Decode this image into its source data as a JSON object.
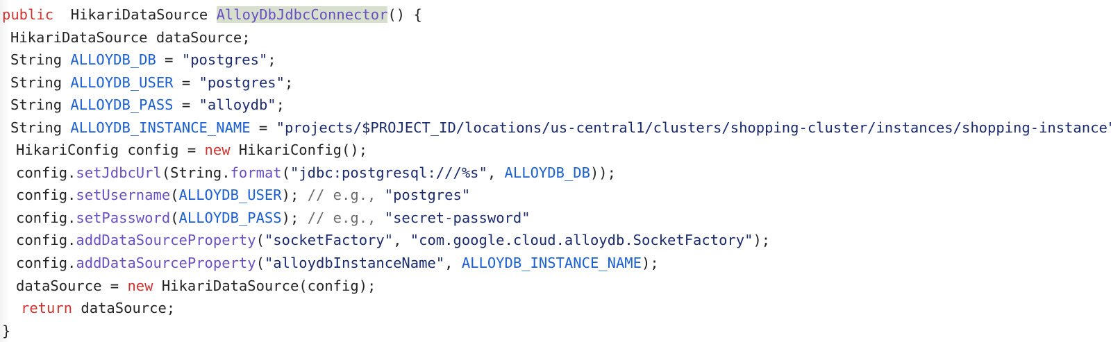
{
  "editor": {
    "language": "Java",
    "background_color": "#ffffff",
    "gutter_color": "#f2f2f2",
    "highlight_background": "#d6e0cc",
    "colors": {
      "plain": "#232323",
      "keyword": "#d0322e",
      "method": "#6a4fc4",
      "identifier": "#1a5fd4",
      "string": "#1a2a6e",
      "comment": "#6b6b6b"
    }
  },
  "code": {
    "lines": [
      {
        "indent": 0,
        "tokens": [
          {
            "t": "public",
            "k": "keyword"
          },
          {
            "t": "  ",
            "k": "plain"
          },
          {
            "t": "HikariDataSource ",
            "k": "plain"
          },
          {
            "t": "AlloyDbJdbcConnector",
            "k": "highlight"
          },
          {
            "t": "() {",
            "k": "punct"
          }
        ]
      },
      {
        "indent": 1,
        "tokens": [
          {
            "t": "HikariDataSource dataSource;",
            "k": "plain"
          }
        ]
      },
      {
        "indent": 1,
        "tokens": [
          {
            "t": "String ",
            "k": "plain"
          },
          {
            "t": "ALLOYDB_DB",
            "k": "ident"
          },
          {
            "t": " = ",
            "k": "plain"
          },
          {
            "t": "\"postgres\"",
            "k": "string"
          },
          {
            "t": ";",
            "k": "punct"
          }
        ]
      },
      {
        "indent": 1,
        "tokens": [
          {
            "t": "String ",
            "k": "plain"
          },
          {
            "t": "ALLOYDB_USER",
            "k": "ident"
          },
          {
            "t": " = ",
            "k": "plain"
          },
          {
            "t": "\"postgres\"",
            "k": "string"
          },
          {
            "t": ";",
            "k": "punct"
          }
        ]
      },
      {
        "indent": 1,
        "tokens": [
          {
            "t": "String ",
            "k": "plain"
          },
          {
            "t": "ALLOYDB_PASS",
            "k": "ident"
          },
          {
            "t": " = ",
            "k": "plain"
          },
          {
            "t": "\"alloydb\"",
            "k": "string"
          },
          {
            "t": ";",
            "k": "punct"
          }
        ]
      },
      {
        "indent": 1,
        "tokens": [
          {
            "t": "String ",
            "k": "plain"
          },
          {
            "t": "ALLOYDB_INSTANCE_NAME",
            "k": "ident"
          },
          {
            "t": " = ",
            "k": "plain"
          },
          {
            "t": "\"projects/$PROJECT_ID/locations/us-central1/clusters/shopping-cluster/instances/shopping-instance\"",
            "k": "string"
          },
          {
            "t": ";",
            "k": "punct"
          }
        ]
      },
      {
        "indent": 2,
        "tokens": [
          {
            "t": "HikariConfig config = ",
            "k": "plain"
          },
          {
            "t": "new",
            "k": "keyword"
          },
          {
            "t": " HikariConfig();",
            "k": "plain"
          }
        ]
      },
      {
        "indent": 2,
        "tokens": [
          {
            "t": "config.",
            "k": "plain"
          },
          {
            "t": "setJdbcUrl",
            "k": "method"
          },
          {
            "t": "(String.",
            "k": "plain"
          },
          {
            "t": "format",
            "k": "method"
          },
          {
            "t": "(",
            "k": "punct"
          },
          {
            "t": "\"jdbc:postgresql:///%s\"",
            "k": "string"
          },
          {
            "t": ", ",
            "k": "plain"
          },
          {
            "t": "ALLOYDB_DB",
            "k": "ident"
          },
          {
            "t": "));",
            "k": "punct"
          }
        ]
      },
      {
        "indent": 2,
        "tokens": [
          {
            "t": "config.",
            "k": "plain"
          },
          {
            "t": "setUsername",
            "k": "method"
          },
          {
            "t": "(",
            "k": "punct"
          },
          {
            "t": "ALLOYDB_USER",
            "k": "ident"
          },
          {
            "t": "); ",
            "k": "punct"
          },
          {
            "t": "// e.g., ",
            "k": "comment"
          },
          {
            "t": "\"postgres\"",
            "k": "string"
          }
        ]
      },
      {
        "indent": 2,
        "tokens": [
          {
            "t": "config.",
            "k": "plain"
          },
          {
            "t": "setPassword",
            "k": "method"
          },
          {
            "t": "(",
            "k": "punct"
          },
          {
            "t": "ALLOYDB_PASS",
            "k": "ident"
          },
          {
            "t": "); ",
            "k": "punct"
          },
          {
            "t": "// e.g., ",
            "k": "comment"
          },
          {
            "t": "\"secret-password\"",
            "k": "string"
          }
        ]
      },
      {
        "indent": 2,
        "tokens": [
          {
            "t": "config.",
            "k": "plain"
          },
          {
            "t": "addDataSourceProperty",
            "k": "method"
          },
          {
            "t": "(",
            "k": "punct"
          },
          {
            "t": "\"socketFactory\"",
            "k": "string"
          },
          {
            "t": ", ",
            "k": "plain"
          },
          {
            "t": "\"com.google.cloud.alloydb.SocketFactory\"",
            "k": "string"
          },
          {
            "t": ");",
            "k": "punct"
          }
        ]
      },
      {
        "indent": 2,
        "tokens": [
          {
            "t": "config.",
            "k": "plain"
          },
          {
            "t": "addDataSourceProperty",
            "k": "method"
          },
          {
            "t": "(",
            "k": "punct"
          },
          {
            "t": "\"alloydbInstanceName\"",
            "k": "string"
          },
          {
            "t": ", ",
            "k": "plain"
          },
          {
            "t": "ALLOYDB_INSTANCE_NAME",
            "k": "ident"
          },
          {
            "t": ");",
            "k": "punct"
          }
        ]
      },
      {
        "indent": 2,
        "tokens": [
          {
            "t": "dataSource = ",
            "k": "plain"
          },
          {
            "t": "new",
            "k": "keyword"
          },
          {
            "t": " HikariDataSource(config);",
            "k": "plain"
          }
        ]
      },
      {
        "indent": 3,
        "tokens": [
          {
            "t": "return",
            "k": "keyword"
          },
          {
            "t": " dataSource;",
            "k": "plain"
          }
        ]
      },
      {
        "indent": 0,
        "tokens": [
          {
            "t": "}",
            "k": "punct"
          }
        ]
      }
    ]
  }
}
